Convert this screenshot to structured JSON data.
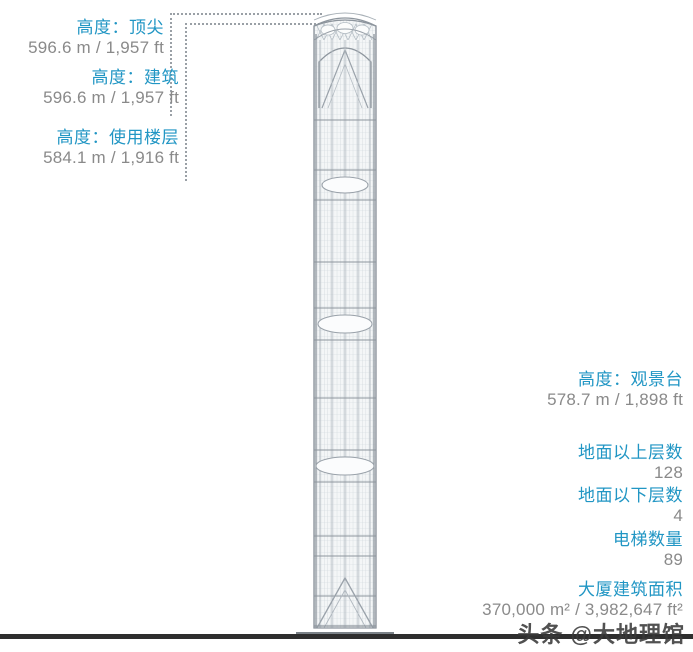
{
  "left_labels": [
    {
      "title": "高度：顶尖",
      "value": "596.6 m / 1,957 ft"
    },
    {
      "title": "高度：建筑",
      "value": "596.6 m / 1,957 ft"
    },
    {
      "title": "高度：使用楼层",
      "value": "584.1 m / 1,916 ft"
    }
  ],
  "right_labels": [
    {
      "title": "高度：观景台",
      "value": "578.7 m / 1,898 ft"
    },
    {
      "title": "地面以上层数",
      "value": "128"
    },
    {
      "title": "地面以下层数",
      "value": "4"
    },
    {
      "title": "电梯数量",
      "value": "89"
    },
    {
      "title": "大厦建筑面积",
      "value": "370,000 m² / 3,982,647 ft²"
    }
  ],
  "watermark": {
    "text": "头条 @大地理馆"
  },
  "colors": {
    "title": "#2196c4",
    "value": "#8a8a8a",
    "leader": "#9aa0a6",
    "building_line": "#98a0a8",
    "building_fill": "#f3f5f6",
    "bar": "#2e2e2e"
  },
  "graphic": {
    "name": "skyscraper-elevation-diagram"
  }
}
